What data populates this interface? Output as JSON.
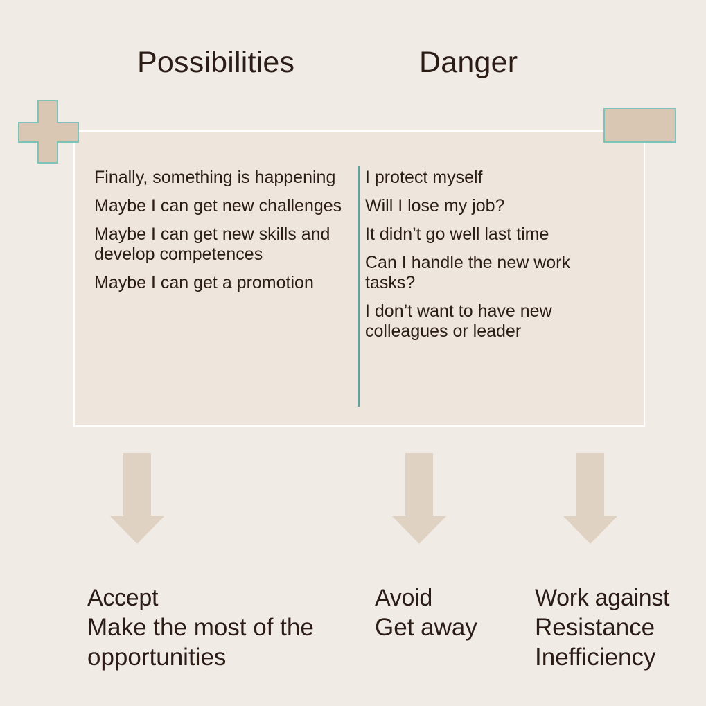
{
  "headings": {
    "left": "Possibilities",
    "right": "Danger"
  },
  "icons": {
    "plus": "plus-icon",
    "minus": "minus-icon",
    "arrow": "arrow-down-icon"
  },
  "colors": {
    "background": "#f1ebe6",
    "panel": "#eee5dd",
    "accent": "#6d9e98",
    "shape_fill": "#d9c6b3",
    "arrow_fill": "#e0d2c2",
    "text": "#2b1c16"
  },
  "possibilities": [
    "Finally, something is happening",
    "Maybe I can get new challenges",
    "Maybe I can get new skills and develop competences",
    "Maybe I can get a promotion"
  ],
  "dangers": [
    "I protect myself",
    "Will I lose my job?",
    "It didn’t go well last time",
    "Can I handle the new work tasks?",
    "I don’t want to have new colleagues or leader"
  ],
  "outcomes": {
    "accept": {
      "title": "Accept",
      "lines": [
        "Make the most of the",
        "opportunities"
      ]
    },
    "avoid": {
      "title": "Avoid",
      "lines": [
        "Get away"
      ]
    },
    "against": {
      "title": "Work against",
      "lines": [
        "Resistance",
        "Inefficiency"
      ]
    }
  }
}
